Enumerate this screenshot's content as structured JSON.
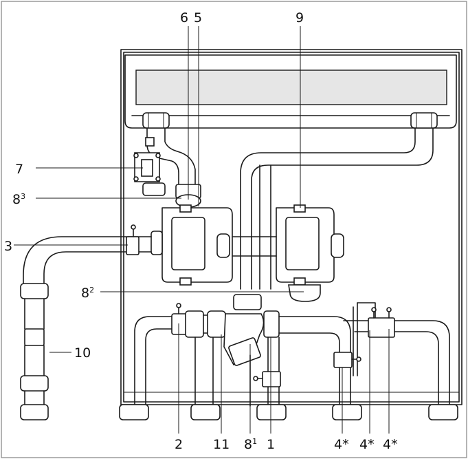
{
  "labels": {
    "six": "6",
    "five": "5",
    "nine": "9",
    "seven": "7",
    "eight3": "8",
    "eight3_sup": "3",
    "three": "3",
    "eight2": "8",
    "eight2_sup": "2",
    "ten": "10",
    "two": "2",
    "eleven": "11",
    "eight1": "8",
    "eight1_sup": "1",
    "one": "1",
    "four_a": "4*",
    "four_b": "4*",
    "four_c": "4*"
  },
  "colors": {
    "line": "#1a1a1a",
    "background": "#ffffff",
    "shading": "#e6e6e6"
  }
}
